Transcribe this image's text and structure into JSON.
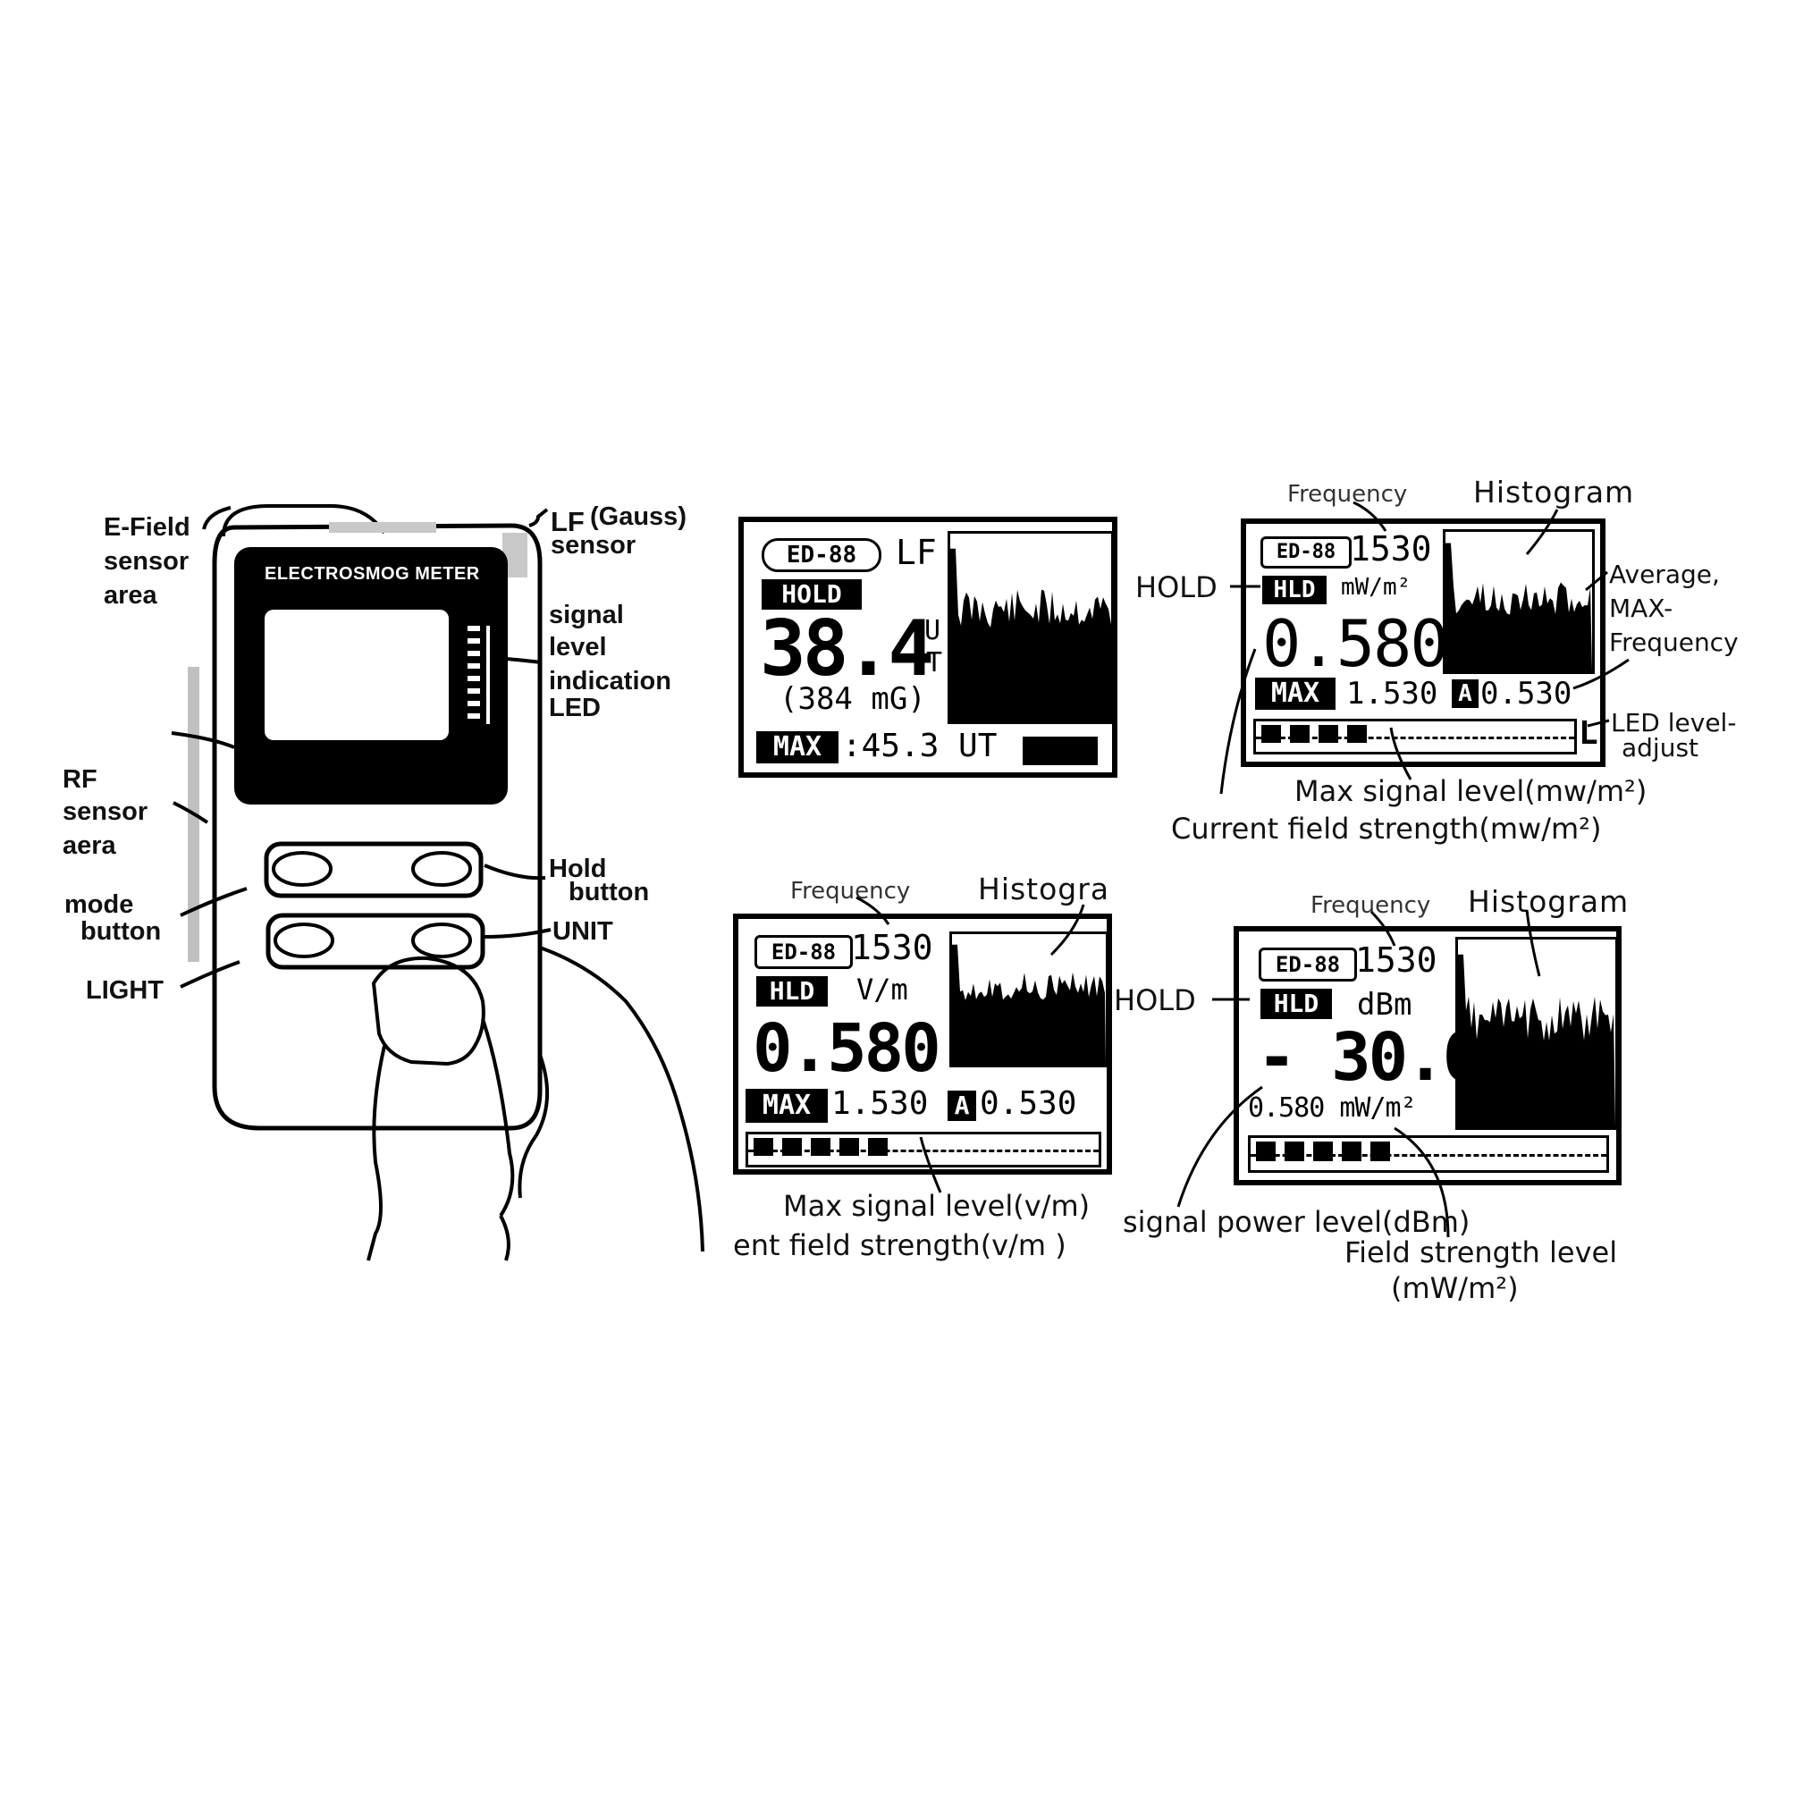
{
  "device": {
    "title": "ELECTROSMOG METER",
    "labels": {
      "efield": [
        "E-Field",
        "sensor",
        "area"
      ],
      "lf": "LF",
      "lf_gauss": "(Gauss)",
      "lf_sensor": "sensor",
      "signal": [
        "signal",
        "level",
        "indication",
        "LED"
      ],
      "rf": [
        "RF",
        "sensor",
        "aera"
      ],
      "mode": [
        "mode",
        "button"
      ],
      "light": "LIGHT",
      "hold": [
        "Hold",
        "button"
      ],
      "unit": "UNIT"
    }
  },
  "screens": {
    "lf": {
      "model": "ED-88",
      "mode": "LF",
      "hold": "HOLD",
      "value": "38.4",
      "unit_top": "U",
      "unit_bottom": "T",
      "sub_value": "(384 mG)",
      "max_label": "MAX",
      "max_value": ":45.3 UT"
    },
    "mw": {
      "model": "ED-88",
      "freq": "1530",
      "hold": "HLD",
      "unit": "mW/m²",
      "value": "0.580",
      "max_label": "MAX",
      "max_value": "1.530",
      "avg_label": "A",
      "avg_value": "0.530",
      "led_adjust": "L",
      "level": 0.4,
      "annotations": {
        "frequency": "Frequency",
        "histogram": "Histogram",
        "hold": "HOLD",
        "average": [
          "Average,",
          "MAX-",
          "Frequency"
        ],
        "led_adjust": [
          "LED level-",
          "adjust"
        ],
        "max_signal": "Max signal level(mw/m²)",
        "current": "Current field strength(mw/m²)"
      }
    },
    "vm": {
      "model": "ED-88",
      "freq": "1530",
      "hold": "HLD",
      "unit": "V/m",
      "value": "0.580",
      "max_label": "MAX",
      "max_value": "1.530",
      "avg_label": "A",
      "avg_value": "0.530",
      "level": 0.43,
      "annotations": {
        "frequency": "Frequency",
        "histogram": "Histogra",
        "max_signal": "Max signal level(v/m)",
        "current": "ent field strength(v/m )"
      }
    },
    "dbm": {
      "model": "ED-88",
      "freq": "1530",
      "hold": "HLD",
      "unit": "dBm",
      "value": "- 30.0",
      "sub_value": "0.580 mW/m²",
      "level": 0.41,
      "annotations": {
        "frequency": "Frequency",
        "histogram": "Histogram",
        "hold": "HOLD",
        "power": "signal power level(dBm)",
        "field": "Field strength level",
        "field_unit": "(mW/m²)"
      }
    }
  },
  "style": {
    "ink": "#000000",
    "paper": "#ffffff"
  }
}
